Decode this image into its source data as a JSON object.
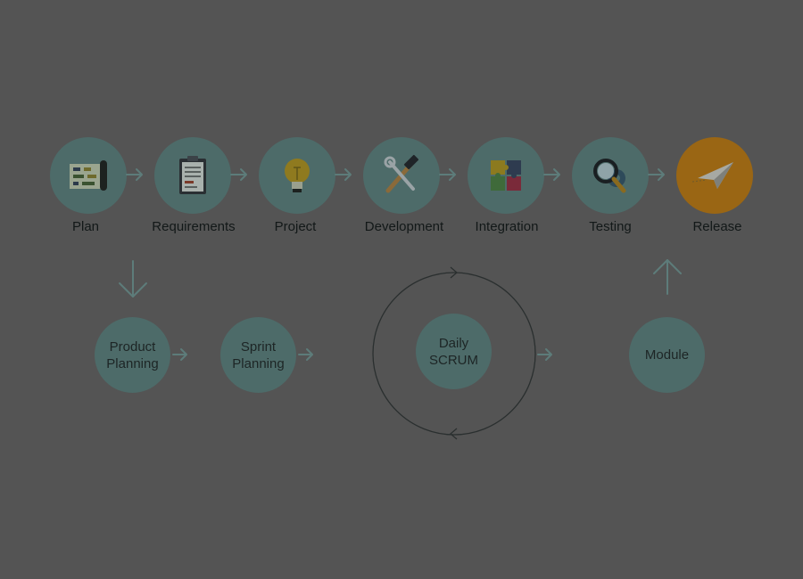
{
  "stages": [
    {
      "label": "Plan",
      "icon": "blueprint-icon"
    },
    {
      "label": "Requirements",
      "icon": "clipboard-icon"
    },
    {
      "label": "Project",
      "icon": "lightbulb-icon"
    },
    {
      "label": "Development",
      "icon": "tools-icon"
    },
    {
      "label": "Integration",
      "icon": "puzzle-icon"
    },
    {
      "label": "Testing",
      "icon": "magnifier-gear-icon"
    },
    {
      "label": "Release",
      "icon": "paper-plane-icon"
    }
  ],
  "sprint": {
    "product_planning_line1": "Product",
    "product_planning_line2": "Planning",
    "sprint_planning_line1": "Sprint",
    "sprint_planning_line2": "Planning",
    "daily_scrum_line1": "Daily",
    "daily_scrum_line2": "SCRUM",
    "module": "Module"
  },
  "colors": {
    "background": "#545454",
    "circle": "#4d6b69",
    "release": "#9a6614",
    "arrow": "#5d7c7a"
  }
}
